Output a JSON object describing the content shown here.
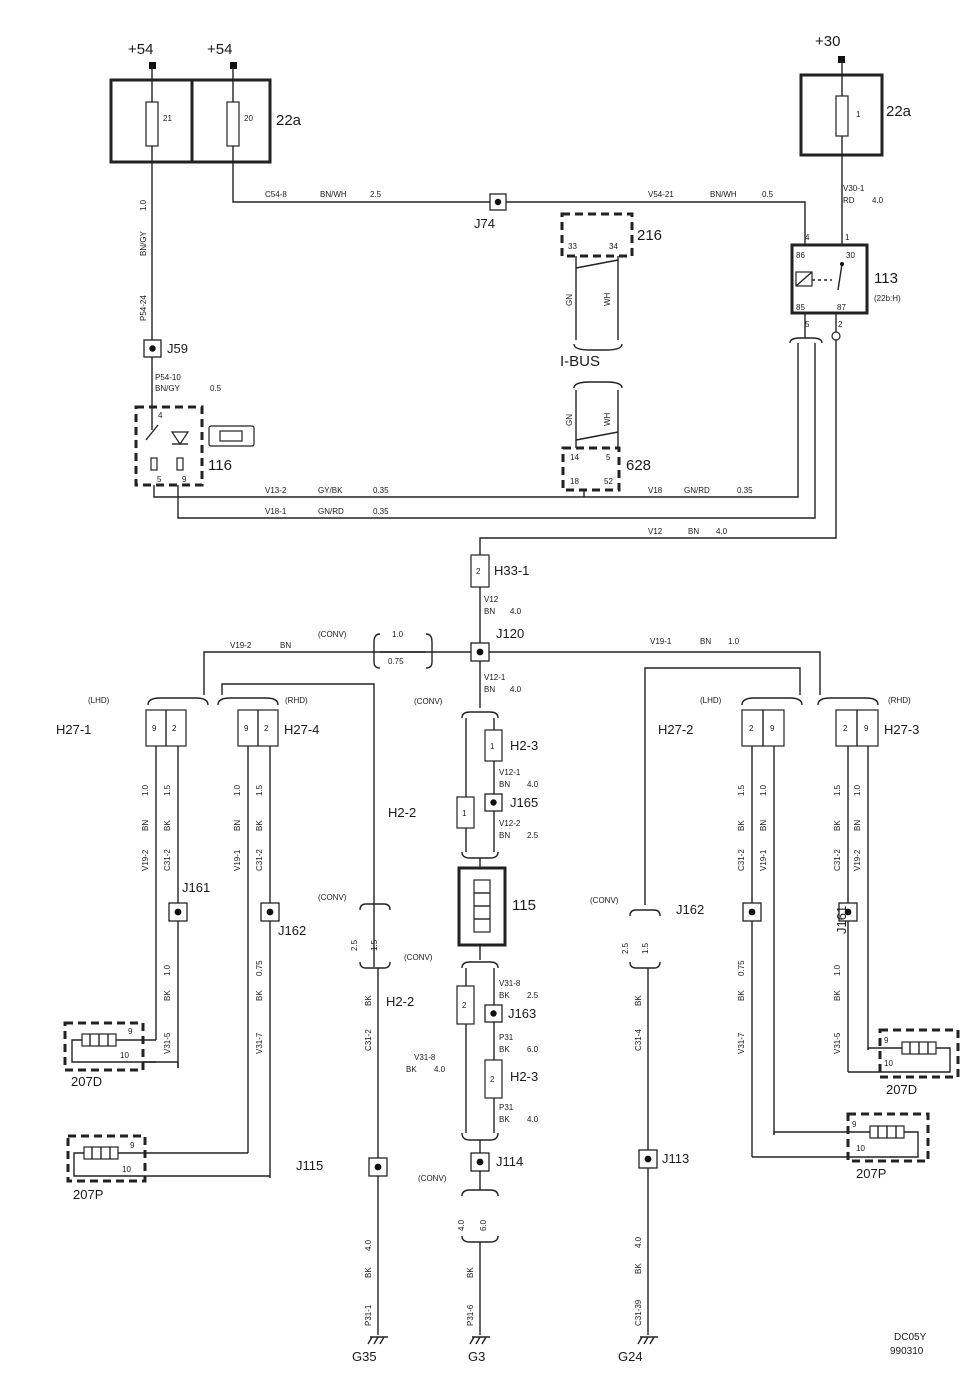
{
  "supplies": {
    "s54a": "+54",
    "s54b": "+54",
    "s30": "+30"
  },
  "fuses": {
    "f21": "21",
    "f20": "20",
    "f1": "1",
    "box_left": "22a",
    "box_right": "22a"
  },
  "components": {
    "c216": "216",
    "c628": "628",
    "c113": "113",
    "c113_note": "(22b:H)",
    "c116": "116",
    "c115": "115",
    "ibus": "I-BUS"
  },
  "pins": {
    "p216_33": "33",
    "p216_34": "34",
    "p628_14": "14",
    "p628_5": "5",
    "p628_18": "18",
    "p628_52": "52",
    "p113_4": "4",
    "p113_1": "1",
    "p113_86": "86",
    "p113_30": "30",
    "p113_85": "85",
    "p113_87": "87",
    "p113_5": "5",
    "p113_2": "2",
    "p116_4": "4",
    "p116_5": "5",
    "p116_9": "9",
    "p9": "9",
    "p2": "2",
    "p1": "1",
    "p10": "10"
  },
  "junctions": {
    "J74": "J74",
    "J59": "J59",
    "J120": "J120",
    "J165": "J165",
    "J163": "J163",
    "J114": "J114",
    "J161": "J161",
    "J162": "J162",
    "J115": "J115",
    "J113": "J113"
  },
  "connectors": {
    "H33_1": "H33-1",
    "H27_1": "H27-1",
    "H27_4": "H27-4",
    "H27_2": "H27-2",
    "H27_3": "H27-3",
    "H2_3": "H2-3",
    "H2_2": "H2-2",
    "lhd": "(LHD)",
    "rhd": "(RHD)",
    "conv": "(CONV)"
  },
  "modules": {
    "m207D": "207D",
    "m207P": "207P"
  },
  "grounds": {
    "G35": "G35",
    "G3": "G3",
    "G24": "G24"
  },
  "wires": {
    "C54_8": "C54-8",
    "BN_WH": "BN/WH",
    "g25": "2.5",
    "V54_21": "V54-21",
    "g05": "0.5",
    "V30_1": "V30-1",
    "RD": "RD",
    "g40": "4.0",
    "g10": "1.0",
    "BN_GY": "BN/GY",
    "P54_24": "P54-24",
    "P54_10": "P54-10",
    "GN": "GN",
    "WH": "WH",
    "V13_2": "V13-2",
    "GY_BK": "GY/BK",
    "g035": "0.35",
    "V18": "V18",
    "GN_RD": "GN/RD",
    "V18_1": "V18-1",
    "V12": "V12",
    "BN": "BN",
    "V19_2": "V19-2",
    "V19_1": "V19-1",
    "g075": "0.75",
    "V12_1": "V12-1",
    "V12_2": "V12-2",
    "BK": "BK",
    "g15": "1.5",
    "C31_2": "C31-2",
    "V31_5": "V31-5",
    "V31_7": "V31-7",
    "V31_8": "V31-8",
    "P31": "P31",
    "g60": "6.0",
    "C31_4": "C31-4",
    "P31_1": "P31-1",
    "P31_6": "P31-6",
    "C31_39": "C31-39"
  },
  "footer": {
    "code1": "DC05Y",
    "code2": "990310"
  }
}
